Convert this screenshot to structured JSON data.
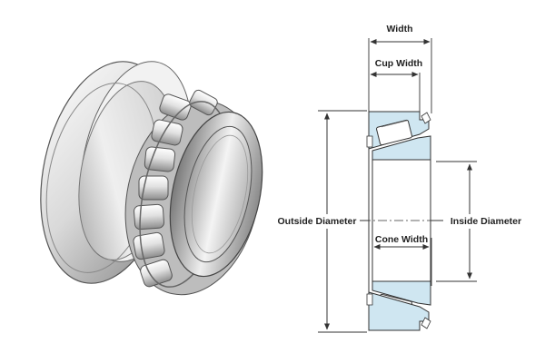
{
  "labels": {
    "width": "Width",
    "cup_width": "Cup Width",
    "outside_diameter": "Outside Diameter",
    "inside_diameter": "Inside Diameter",
    "cone_width": "Cone Width"
  },
  "colors": {
    "cup_fill": "#cfe6f1",
    "line": "#333333",
    "metal_light": "#efefef",
    "metal_dark": "#6f6f6f"
  }
}
